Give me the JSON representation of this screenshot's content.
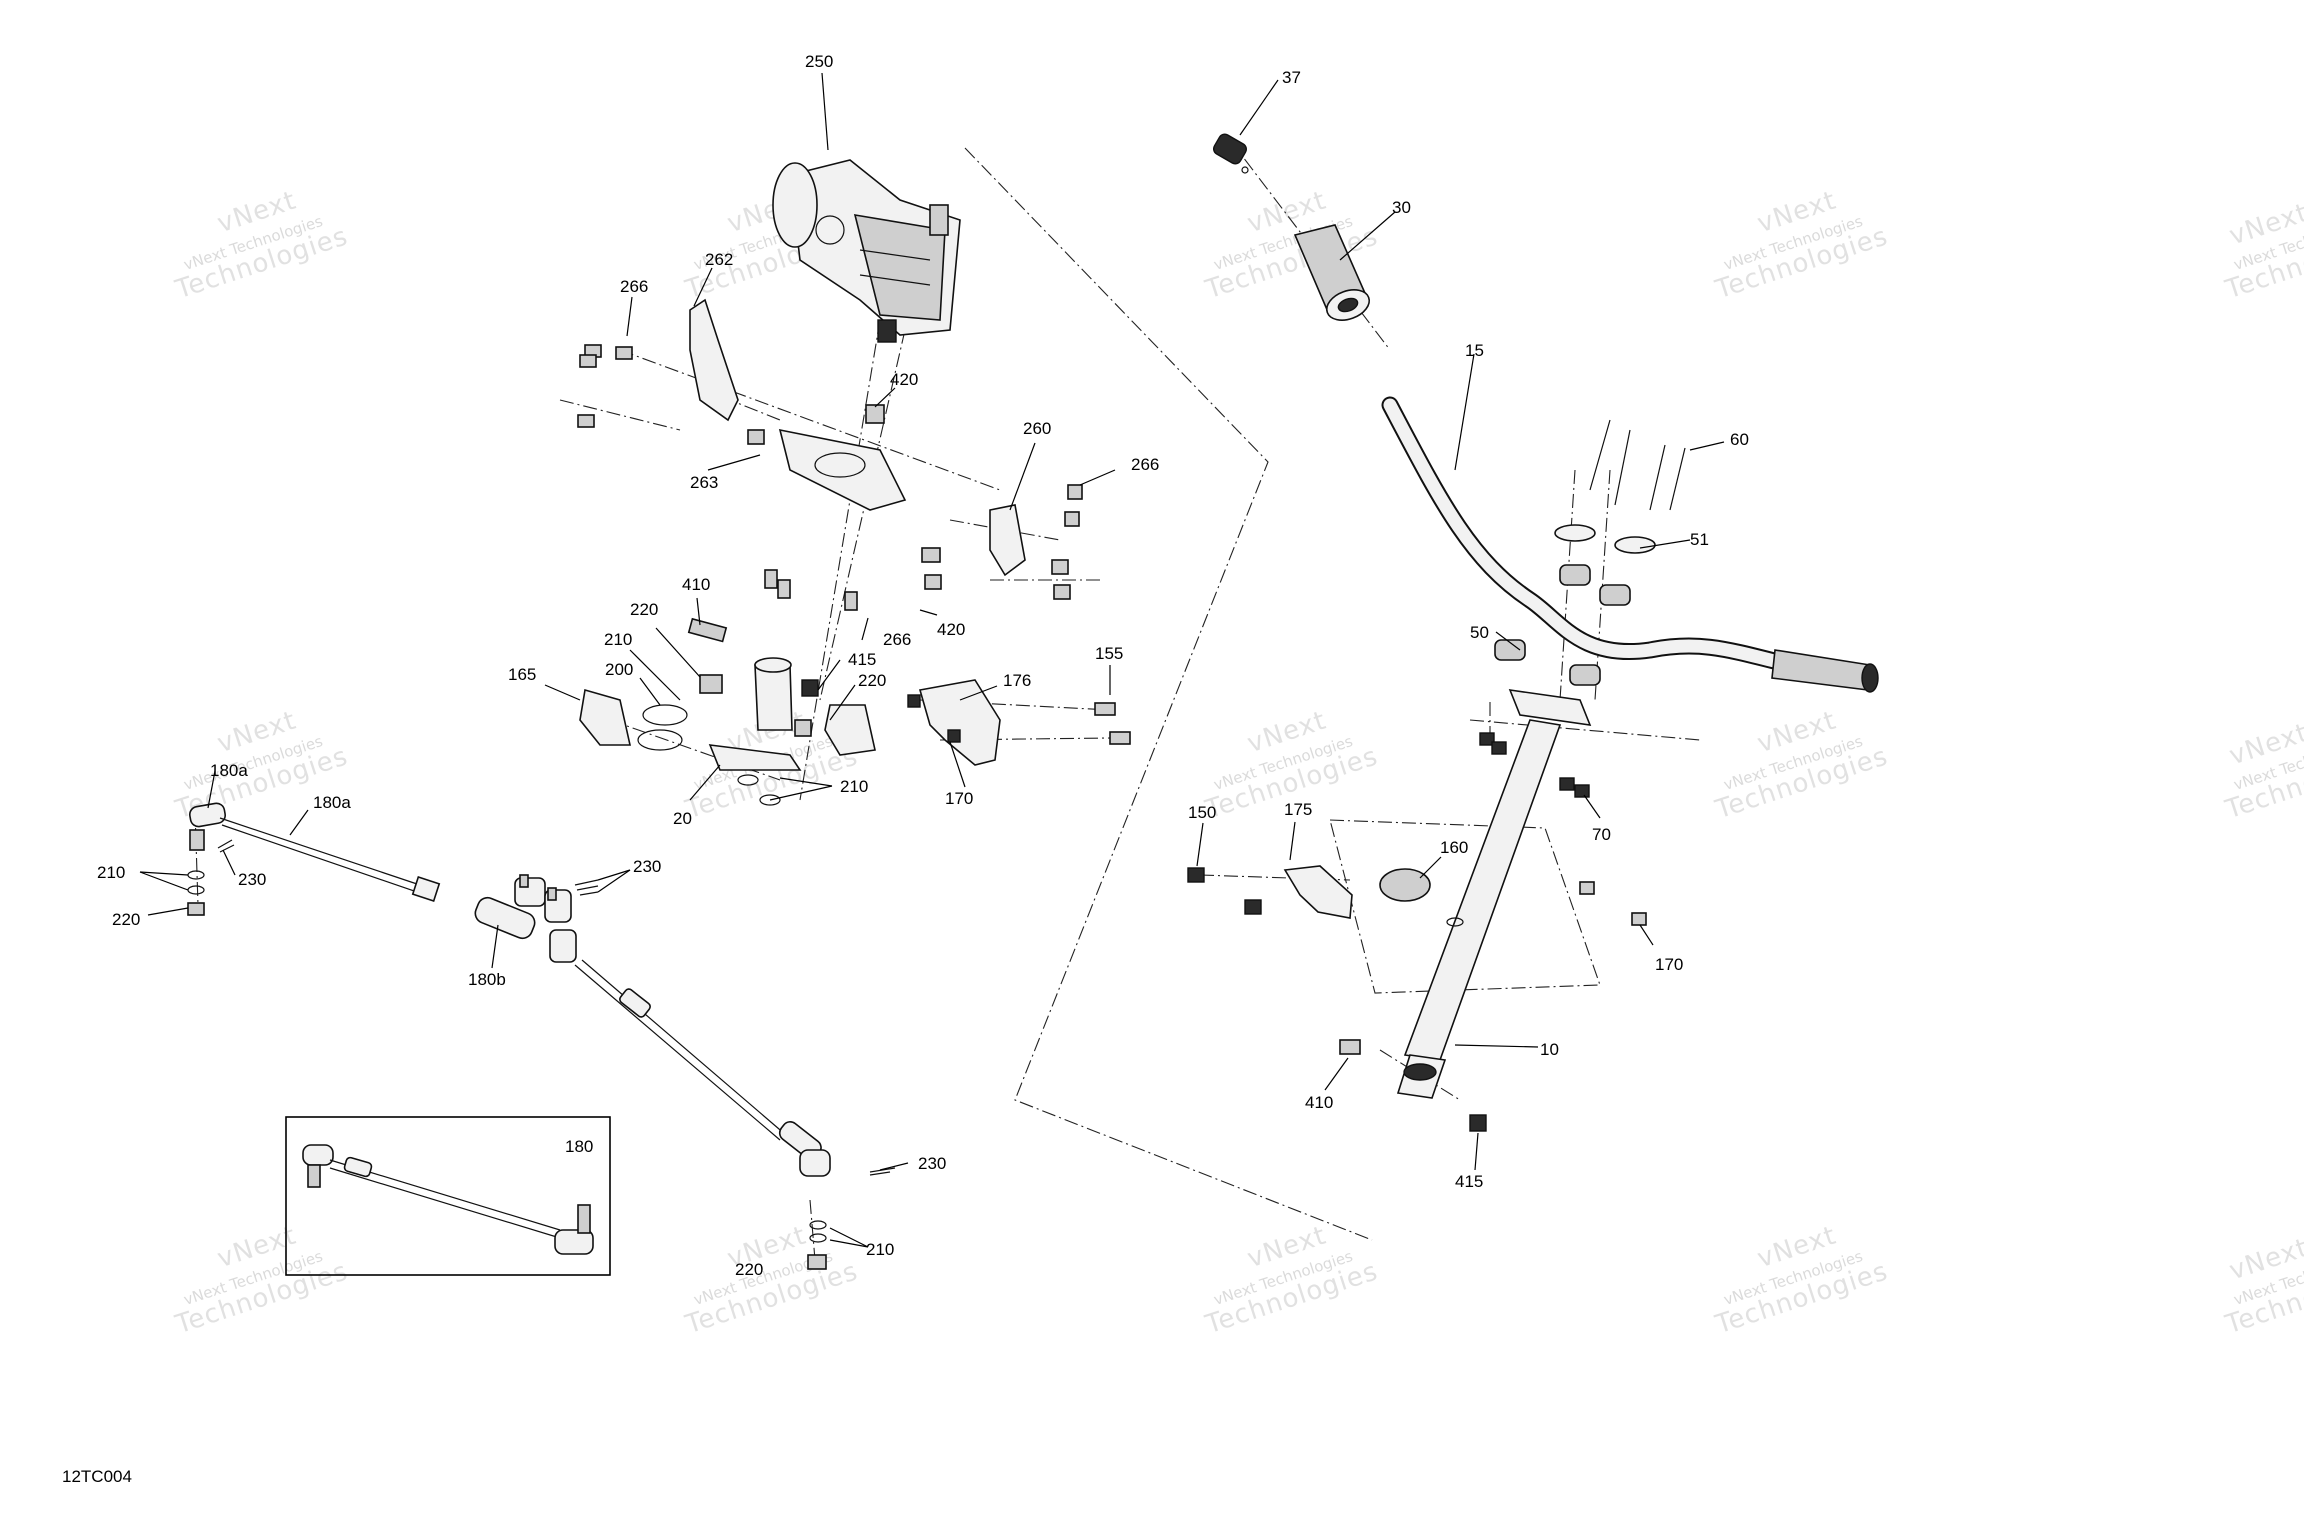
{
  "diagram_code": "12TC004",
  "watermark": {
    "line1": "vNext",
    "line2": "vNext Technologies",
    "line3": "Technologies"
  },
  "callouts": {
    "c250": "250",
    "c262": "262",
    "c266a": "266",
    "c263": "263",
    "c420a": "420",
    "c260": "260",
    "c266b": "266",
    "c420b": "420",
    "c266c": "266",
    "c410a": "410",
    "c220a": "220",
    "c210a": "210",
    "c200": "200",
    "c165": "165",
    "c415a": "415",
    "c220b": "220",
    "c176": "176",
    "c155": "155",
    "c170a": "170",
    "c210b": "210",
    "c20": "20",
    "c180a1": "180a",
    "c180a2": "180a",
    "c210c": "210",
    "c230a": "230",
    "c220c": "220",
    "c230b": "230",
    "c180b": "180b",
    "c180": "180",
    "c230c": "230",
    "c210d": "210",
    "c220d": "220",
    "c37": "37",
    "c30": "30",
    "c15": "15",
    "c60": "60",
    "c51": "51",
    "c50": "50",
    "c70": "70",
    "c150": "150",
    "c175": "175",
    "c160": "160",
    "c170b": "170",
    "c10": "10",
    "c410b": "410",
    "c415b": "415"
  }
}
